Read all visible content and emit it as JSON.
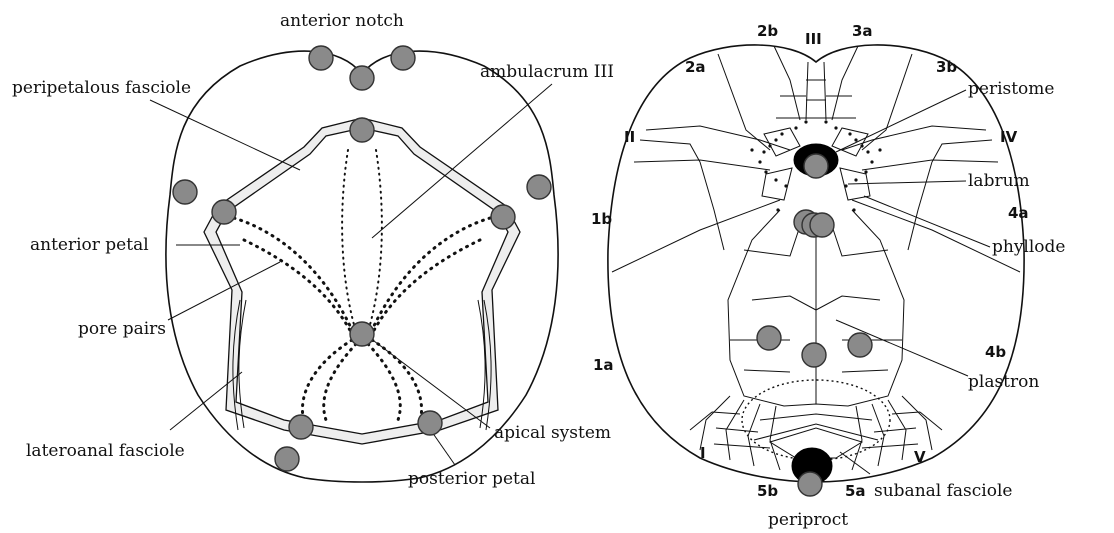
{
  "aboral_view": {
    "labels": {
      "anterior_notch": "anterior notch",
      "peripetalous_fasciole": "peripetalous fasciole",
      "ambulacrum_iii": "ambulacrum III",
      "anterior_petal": "anterior petal",
      "pore_pairs": "pore pairs",
      "lateroanal_fasciole": "lateroanal fasciole",
      "apical_system": "apical system",
      "posterior_petal": "posterior petal"
    }
  },
  "oral_view": {
    "labels": {
      "peristome": "peristome",
      "labrum": "labrum",
      "phyllode": "phyllode",
      "plastron": "plastron",
      "subanal_fasciole": "subanal fasciole",
      "periproct": "periproct"
    },
    "plate_codes": {
      "c2b": "2b",
      "c3": "III",
      "c3a": "3a",
      "c2a": "2a",
      "c3b": "3b",
      "c2": "II",
      "c4": "IV",
      "c1b": "1b",
      "c4a": "4a",
      "c1a": "1a",
      "c4b": "4b",
      "c1": "I",
      "c5": "V",
      "c5b": "5b",
      "c5a": "5a"
    }
  },
  "colors": {
    "marker_fill": "#8a8a8a",
    "ink": "#111111"
  }
}
